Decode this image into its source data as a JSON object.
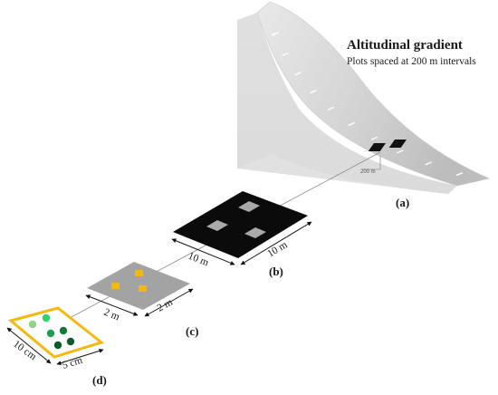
{
  "header": {
    "title": "Altitudinal gradient",
    "subtitle": "Plots spaced at 200 m intervals"
  },
  "mountain": {
    "interval_label": "200 m",
    "panel_label": "(a)",
    "tick_count": 10
  },
  "plot_b": {
    "panel_label": "(b)",
    "side_left_label": "10 m",
    "side_right_label": "10 m",
    "color": "#0b0b0b",
    "subplot_color": "#a9a9a9"
  },
  "plot_c": {
    "panel_label": "(c)",
    "side_left_label": "2 m",
    "side_right_label": "2 m",
    "color": "#a3a3a3",
    "subplot_color": "#f5b80f"
  },
  "plot_d": {
    "panel_label": "(d)",
    "side_left_label": "10 cm",
    "side_right_label": "5 cm",
    "frame_color": "#f5b80f",
    "dot_colors": [
      "#8fd48a",
      "#2ed36a",
      "#1fa050",
      "#177a3c",
      "#0d5c2a"
    ]
  },
  "colors": {
    "mountain_face": "#d3d3d3",
    "mountain_top": "#b8b8b8",
    "dimension_line": "#111111",
    "connector": "#777777"
  }
}
